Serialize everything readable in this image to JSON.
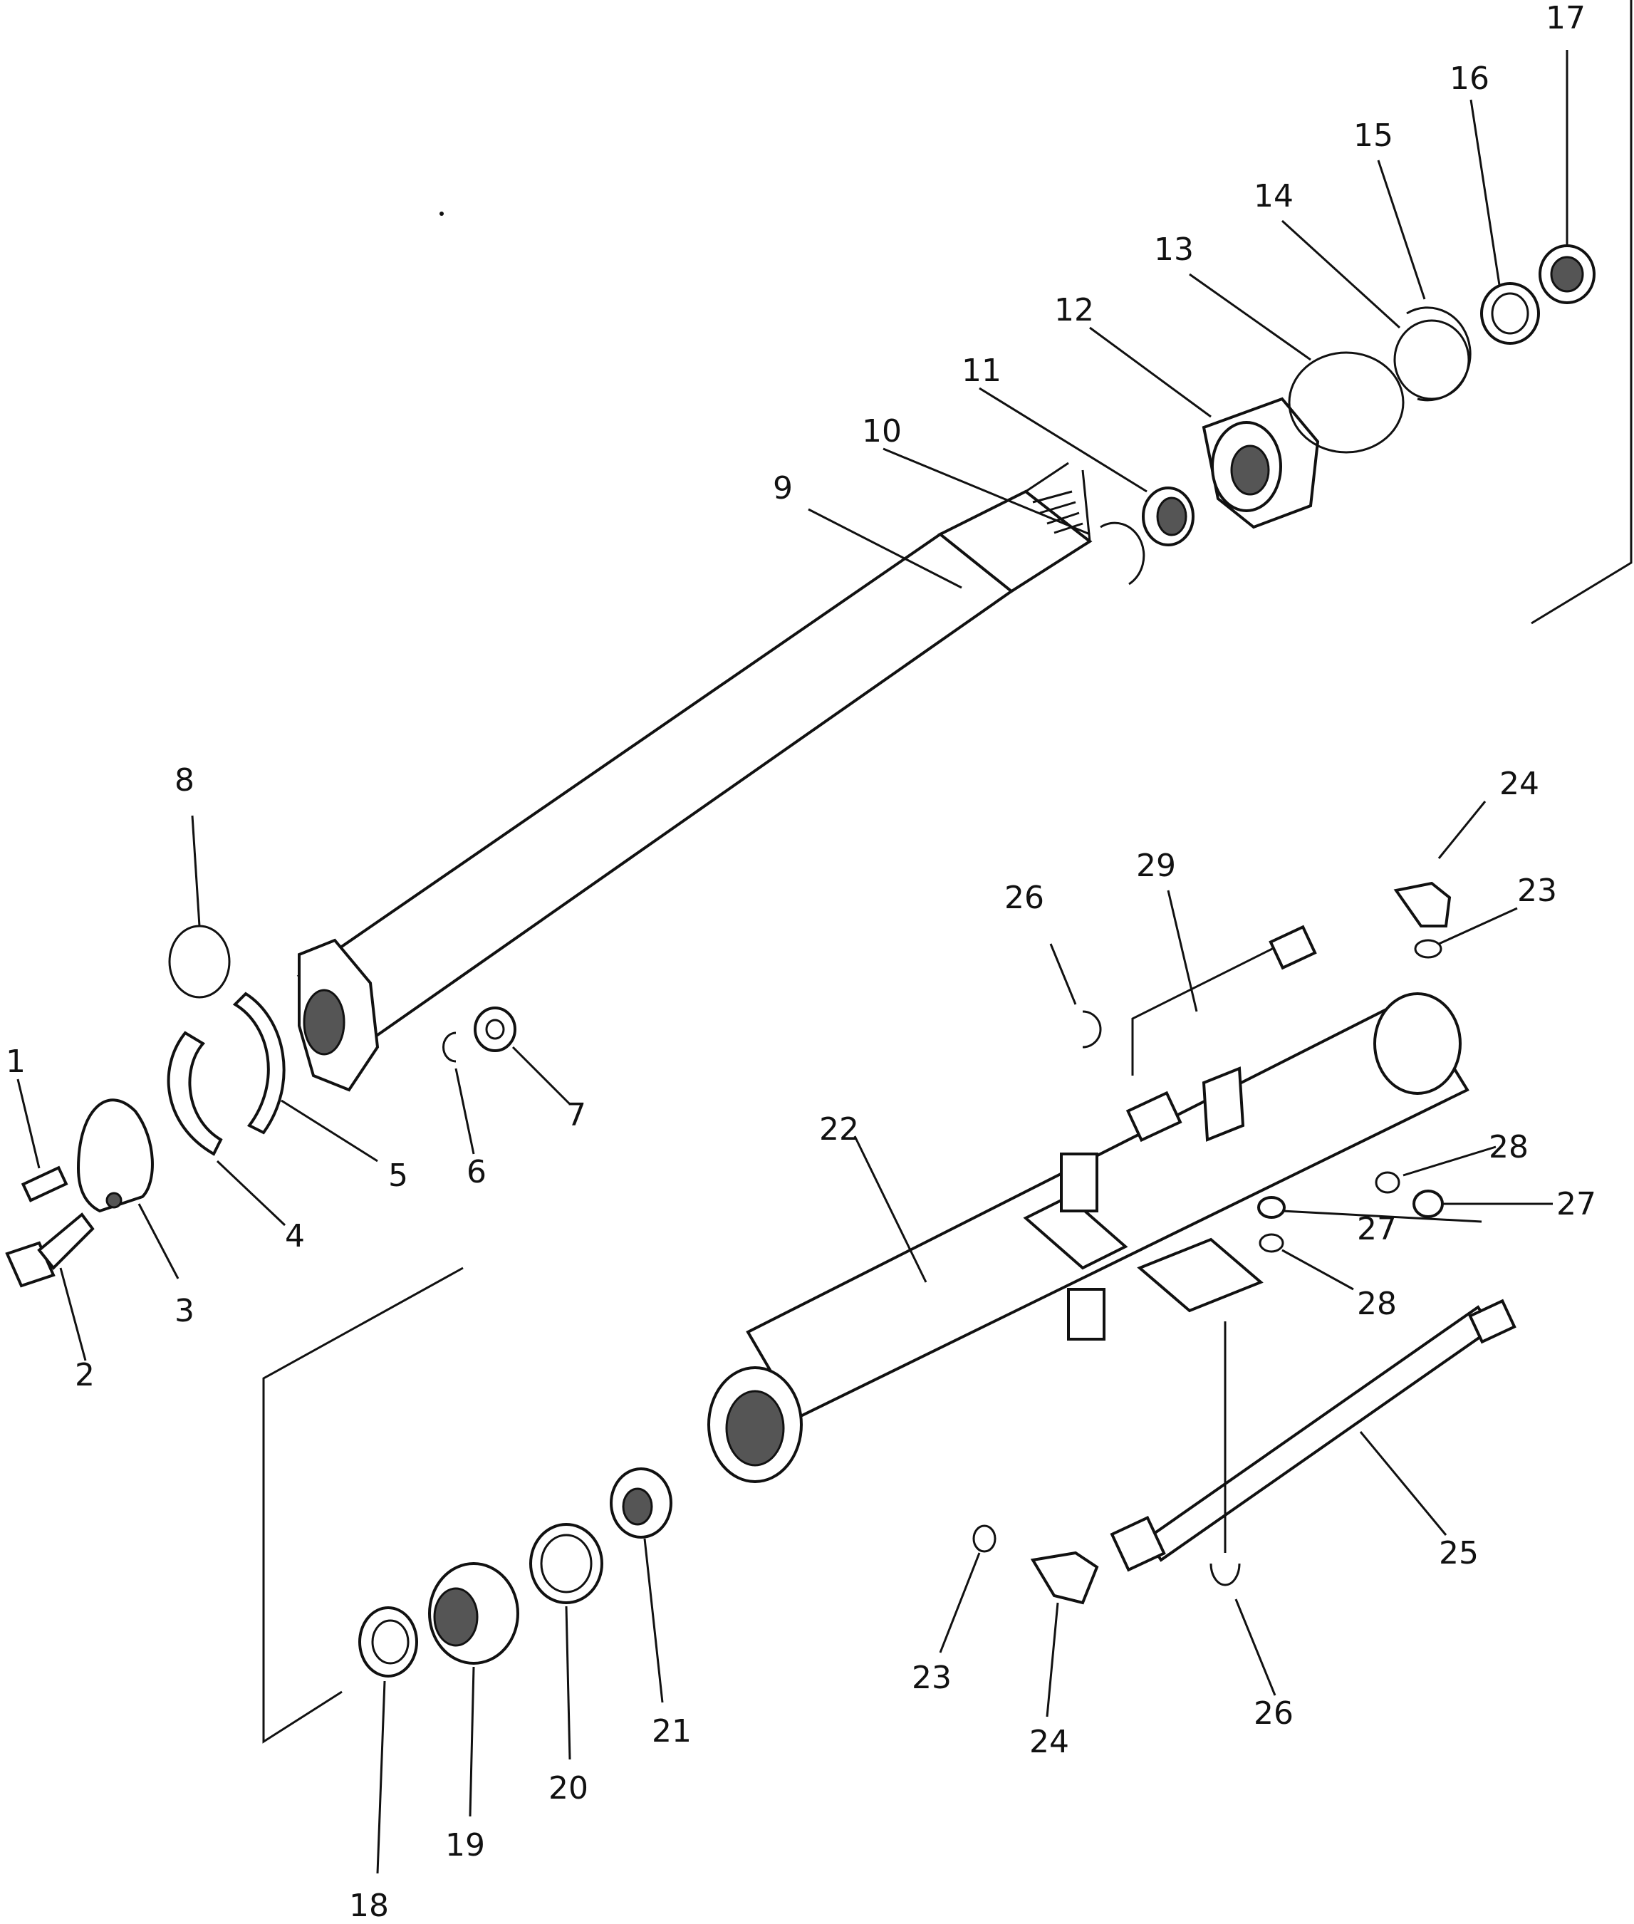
{
  "callouts": [
    {
      "id": "c1",
      "label": "1"
    },
    {
      "id": "c2",
      "label": "2"
    },
    {
      "id": "c3",
      "label": "3"
    },
    {
      "id": "c4",
      "label": "4"
    },
    {
      "id": "c5",
      "label": "5"
    },
    {
      "id": "c6",
      "label": "6"
    },
    {
      "id": "c7",
      "label": "7"
    },
    {
      "id": "c8",
      "label": "8"
    },
    {
      "id": "c9",
      "label": "9"
    },
    {
      "id": "c10",
      "label": "10"
    },
    {
      "id": "c11",
      "label": "11"
    },
    {
      "id": "c12",
      "label": "12"
    },
    {
      "id": "c13",
      "label": "13"
    },
    {
      "id": "c14",
      "label": "14"
    },
    {
      "id": "c15",
      "label": "15"
    },
    {
      "id": "c16",
      "label": "16"
    },
    {
      "id": "c17",
      "label": "17"
    },
    {
      "id": "c18",
      "label": "18"
    },
    {
      "id": "c19",
      "label": "19"
    },
    {
      "id": "c20",
      "label": "20"
    },
    {
      "id": "c21",
      "label": "21"
    },
    {
      "id": "c22",
      "label": "22"
    },
    {
      "id": "c23a",
      "label": "23"
    },
    {
      "id": "c23b",
      "label": "23"
    },
    {
      "id": "c24a",
      "label": "24"
    },
    {
      "id": "c24b",
      "label": "24"
    },
    {
      "id": "c25",
      "label": "25"
    },
    {
      "id": "c26a",
      "label": "26"
    },
    {
      "id": "c26b",
      "label": "26"
    },
    {
      "id": "c27a",
      "label": "27"
    },
    {
      "id": "c27b",
      "label": "27"
    },
    {
      "id": "c28a",
      "label": "28"
    },
    {
      "id": "c28b",
      "label": "28"
    },
    {
      "id": "c29",
      "label": "29"
    }
  ]
}
